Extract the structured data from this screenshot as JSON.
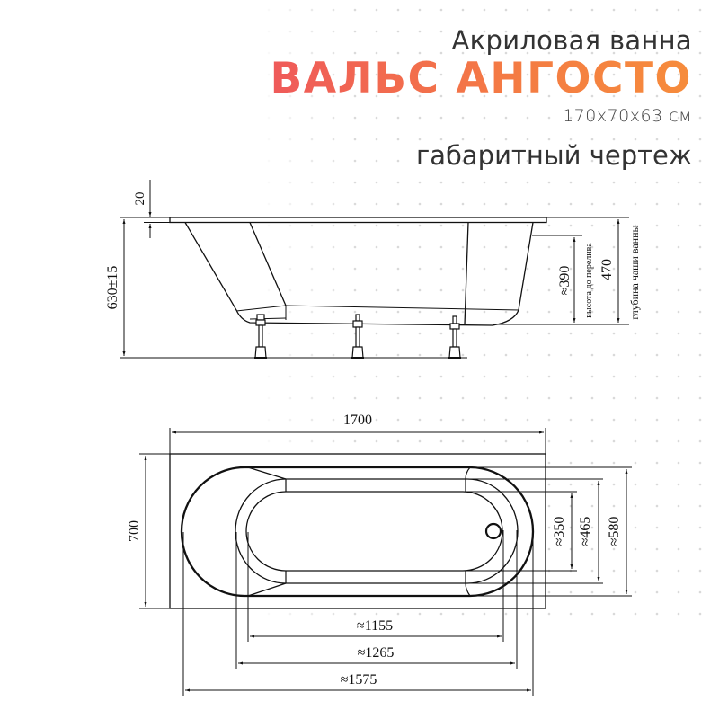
{
  "header": {
    "subtitle": "Акриловая ванна",
    "title": "ВАЛЬС АНГОСТО",
    "dimensions": "170x70x63 см",
    "drawing_type": "габаритный чертеж",
    "title_gradient": [
      "#ef5a5a",
      "#f68c3c"
    ]
  },
  "side_view": {
    "rim_thickness": "20",
    "total_height": "630±15",
    "overflow_height": "≈390",
    "overflow_label": "высота до перелива",
    "bowl_depth": "470",
    "bowl_depth_label": "глубина чаши ванны",
    "legs_count": 3
  },
  "plan_view": {
    "length": "1700",
    "width": "700",
    "inner_width_1": "≈350",
    "inner_width_2": "≈465",
    "inner_width_3": "≈580",
    "inner_length_1": "≈1155",
    "inner_length_2": "≈1265",
    "inner_length_3": "≈1575"
  },
  "colors": {
    "line": "#111111",
    "dim_line": "#222222",
    "grid_dot": "#d6d6d6"
  }
}
